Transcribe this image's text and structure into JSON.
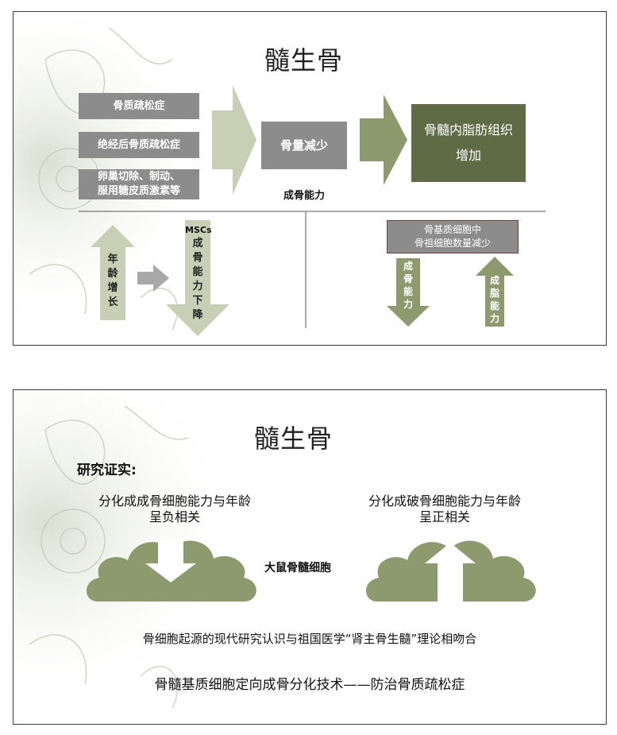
{
  "slide1": {
    "title": "髓生骨",
    "causes": [
      "骨质疏松症",
      "绝经后骨质疏松症",
      "卵巢切除、制动、\n服用糖皮质激素等"
    ],
    "bone_reduce": "骨量减少",
    "osteogenic_label": "成骨能力",
    "fat_increase": "骨髓内脂肪组织\n增加",
    "age_increase": "年\n龄\n增\n长",
    "mscs_heading": "MSCs",
    "mscs_decline": "成\n骨\n能\n力\n下\n降",
    "stromal_box": "骨基质细胞中\n骨祖细胞数量减少",
    "osteo_down": "成\n骨\n能\n力",
    "adipo_up": "成\n脂\n能\n力"
  },
  "slide2": {
    "title": "髓生骨",
    "research": "研究证实:",
    "left_text": "分化成成骨细胞能力与年龄\n呈负相关",
    "right_text": "分化成破骨细胞能力与年龄\n呈正相关",
    "center_label": "大鼠骨髓细胞",
    "line1": "骨细胞起源的现代研究认识与祖国医学“肾主骨生髓”理论相吻合",
    "line2": "骨髓基质细胞定向成骨分化技术——防治骨质疏松症"
  },
  "colors": {
    "gray": "#8c8c8c",
    "olive_light": "#c9cfb5",
    "olive": "#8c9a6d",
    "olive_dark": "#5f6b45",
    "stromal_border": "#7a3d3d"
  }
}
